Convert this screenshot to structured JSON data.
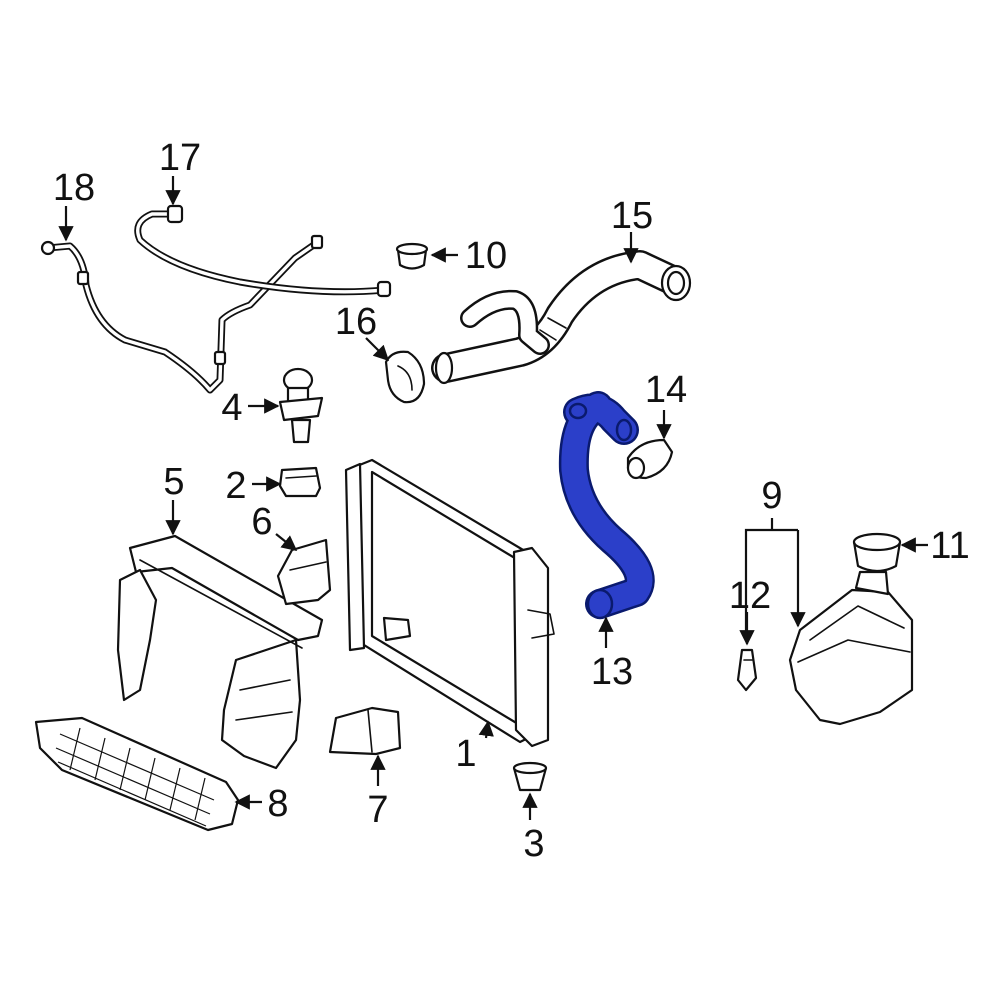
{
  "colors": {
    "line": "#111111",
    "background": "#ffffff",
    "highlight": "#2b3fc9",
    "highlight_outline": "#0a1a6e"
  },
  "highlighted_part": "13",
  "callouts": {
    "c1": "1",
    "c2": "2",
    "c3": "3",
    "c4": "4",
    "c5": "5",
    "c6": "6",
    "c7": "7",
    "c8": "8",
    "c9": "9",
    "c10": "10",
    "c11": "11",
    "c12": "12",
    "c13": "13",
    "c14": "14",
    "c15": "15",
    "c16": "16",
    "c17": "17",
    "c18": "18"
  }
}
